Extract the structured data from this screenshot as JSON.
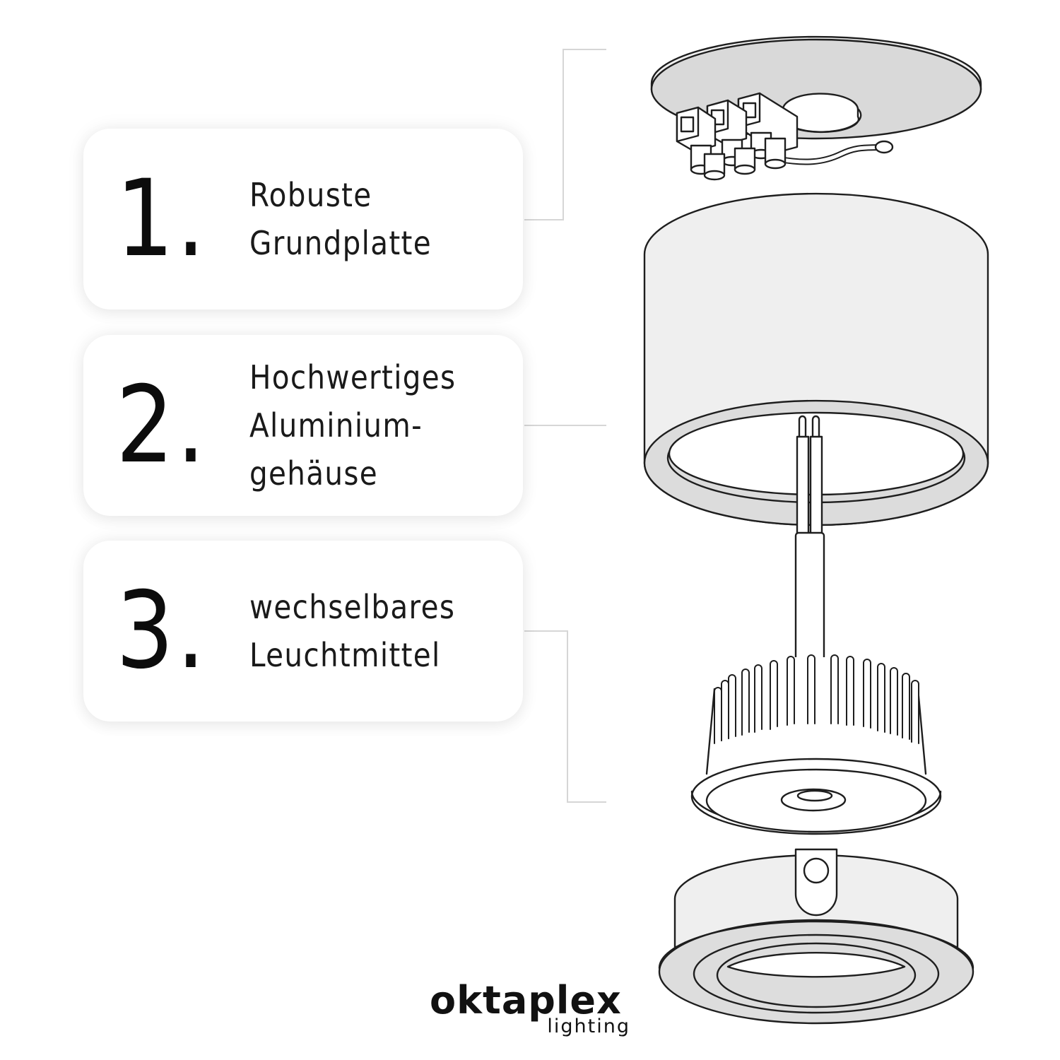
{
  "features": [
    {
      "number": "1.",
      "lines": [
        "Robuste",
        "Grundplatte"
      ],
      "part": "base-plate"
    },
    {
      "number": "2.",
      "lines": [
        "Hochwertiges",
        "Aluminium-",
        "gehäuse"
      ],
      "part": "aluminium-housing"
    },
    {
      "number": "3.",
      "lines": [
        "wechselbares",
        "Leuchtmittel"
      ],
      "part": "led-module"
    }
  ],
  "brand": {
    "name": "oktaplex",
    "subline": "lighting"
  },
  "colors": {
    "text": "#111111",
    "line": "#222222",
    "fill_light": "#efefef",
    "fill_mid": "#dadada",
    "leader": "#d4d4d4",
    "card_bg": "#ffffff"
  }
}
